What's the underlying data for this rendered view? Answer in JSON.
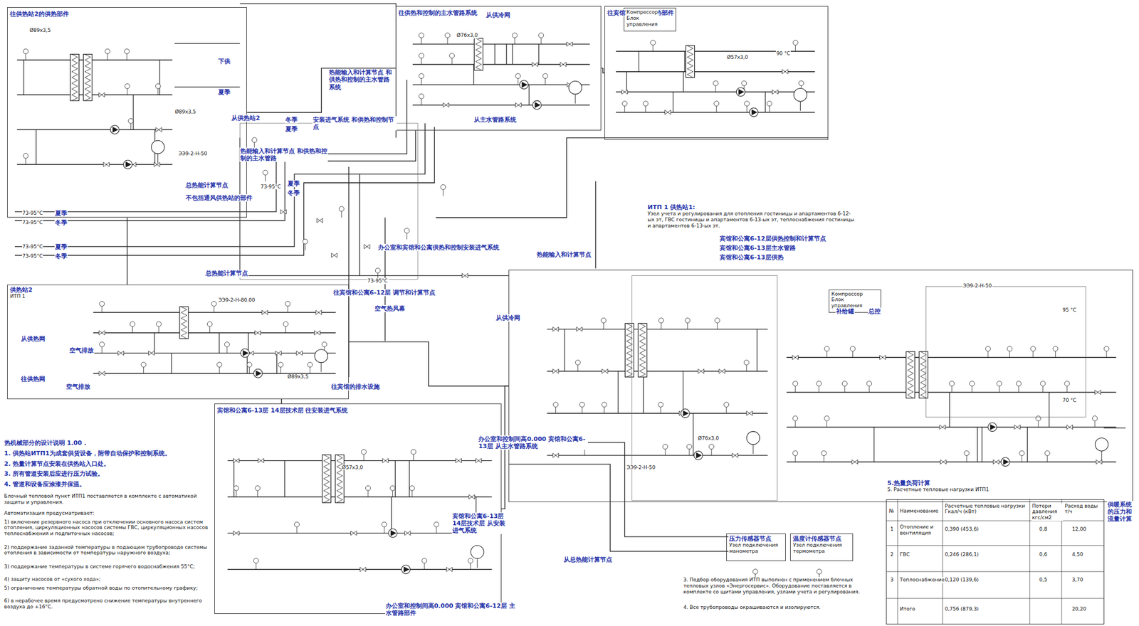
{
  "diagram": {
    "nodes": [
      {
        "text": [
          "往供热站2的供热部件"
        ]
      },
      {
        "text": [
          "往供热和控制的主水管路系统"
        ]
      },
      {
        "text": [
          "往宾馆和公寓的供热部件"
        ]
      },
      {
        "text": [
          "供热站2",
          "ИТП 1"
        ]
      },
      {
        "text": [
          "宾馆和公寓6-13层 14层技术层 往安装进气系统"
        ]
      },
      {
        "text": [
          "ИТП 1 供热站1:",
          "Узел учета и регулирования для отопления гостиницы и апартаментов 6-12-ых эт, ГВС гостиницы и апартаментов 6-13-ых эт, теплоснабжения гостиницы и апартаментов 6-13-ых эт."
        ]
      },
      {
        "text": [
          "Компрессор",
          "Блок управления"
        ],
        "in": 5
      },
      {
        "text": [
          "Компрессор",
          "Блок управления"
        ],
        "in": 2
      },
      {
        "text": [
          "压力传感器节点",
          "Узел подключения манометра"
        ]
      },
      {
        "text": [
          "温度计传感器节点",
          "Узел подключения термометра"
        ]
      },
      {
        "text": [
          "5.热量负荷计算",
          "5. Расчетные тепловые нагрузки ИТП1"
        ]
      }
    ],
    "edges": [
      {
        "from": 3,
        "to": 0,
        "arrow": "none"
      },
      {
        "from": 0,
        "to": 1,
        "arrow": "none"
      },
      {
        "from": 1,
        "to": 2,
        "arrow": "none"
      },
      {
        "from": 3,
        "to": 5,
        "arrow": "none"
      },
      {
        "from": 3,
        "to": 4,
        "arrow": "none"
      },
      {
        "from": 5,
        "to": 4,
        "arrow": "none"
      }
    ],
    "labels": [
      "从供热站2",
      "冬季",
      "夏季",
      "下供",
      "夏季",
      "不包括通风供热站的部件",
      "总热能计算节点",
      "73-95°C",
      "夏季",
      "73-95°C",
      "冬季",
      "73-95°C",
      "夏季",
      "73-95°C",
      "冬季",
      "总热能计算节点",
      "热能输入和计算节点 和供热和控制的主水管路",
      "安装进气系统 和供热和控制节点",
      "从供冷网",
      "热能输入和计算节点 和供热和控制的主水管路系统",
      "从主水管路系统",
      "73-95°C",
      "夏季",
      "冬季",
      "办公室和宾馆和公寓供热和控制安装进气系统",
      "往宾馆和公寓6-12层 调节和计算节点",
      "空气热风幕",
      "73-95°C",
      "从供热网",
      "空气排放",
      "往供热网",
      "空气排放",
      "往宾馆的排水设施",
      "宾馆和公寓6-13层 14层技术层 从安装进气系统",
      "办公室和控制间高0.000 宾馆和公寓6-13层 从主水管路系统",
      "办公室和控制间高0.000 宾馆和公寓6-12层 主水管路部件",
      "从总热能计算节点",
      "热能输入和计算节点",
      "宾馆和公寓6-12层供热控制和计算节点",
      "宾馆和公寓6-13层主水管路",
      "宾馆和公寓6-13层供热",
      "从供冷网",
      "补给罐",
      "总控",
      "95 °C",
      "70 °C",
      "90 °C",
      "热机械部分的设计说明 1.00 .",
      "1. 供热站ИТП1为成套供货设备，附带自动保护和控制系统。",
      "2. 热量计算节点安装在供热站入口处。",
      "3. 所有管道安装后应进行压力试验。",
      "4. 管道和设备应涂漆并保温。",
      "Блочный тепловой пункт ИТП1 поставляется в комплекте с автоматикой защиты и управления.",
      "Автоматизация предусматривает:",
      "1) включение резервного насоса при отключении основного насоса систем отопления, циркуляционных насосов системы ГВС, циркуляционных насосов теплоснабжения и подпиточных насосов;",
      "2) поддержание заданной температуры в подающем трубопроводе системы отопления в зависимости от температуры наружного воздуха;",
      "3) поддержание температуры в системе горячего водоснабжения 55°С;",
      "4) защиту насосов от «сухого хода»;",
      "5) ограничение температуры обратной воды по отопительному графику;",
      "6) в нерабочее время предусмотрено снижение температуры внутреннего воздуха до +16°С.",
      "3. Подбор оборудования ИТП выполнен с применением блочных тепловых узлов «Энергосервис». Оборудование поставляется в комплекте со щитами управления, узлами учета и регулирования.",
      "4. Все трубопроводы окрашиваются и изолируются.",
      "Ø89x3,5",
      "Ø89x3,5",
      "Ø76x3,0",
      "Ø57x3,0",
      "Ø89x3,5",
      "Ø76x3,0",
      "Ø57x3,0",
      "ЭЭ9-2-Н-80.00",
      "ЭЭ9-2-Н-50",
      "ЭЭ9-2-Н-50",
      "ЭЭ9-2-Н-50",
      "№",
      "Наименование",
      "Расчетные тепловые нагрузки Гкал/ч (кВт)",
      "Потери давления кгс/см2",
      "Расход воды т/ч",
      "1",
      "Отопление и вентиляция",
      "0,390 (453,6)",
      "0,8",
      "12,00",
      "2",
      "ГВС",
      "0,246 (286,1)",
      "0,6",
      "4,50",
      "3",
      "Теплоснабжение",
      "0,120 (139,6)",
      "0,5",
      "3,70",
      "Итого",
      "0,756 (879,3)",
      "20,20",
      "供暖系统的压力和流量计算"
    ]
  }
}
